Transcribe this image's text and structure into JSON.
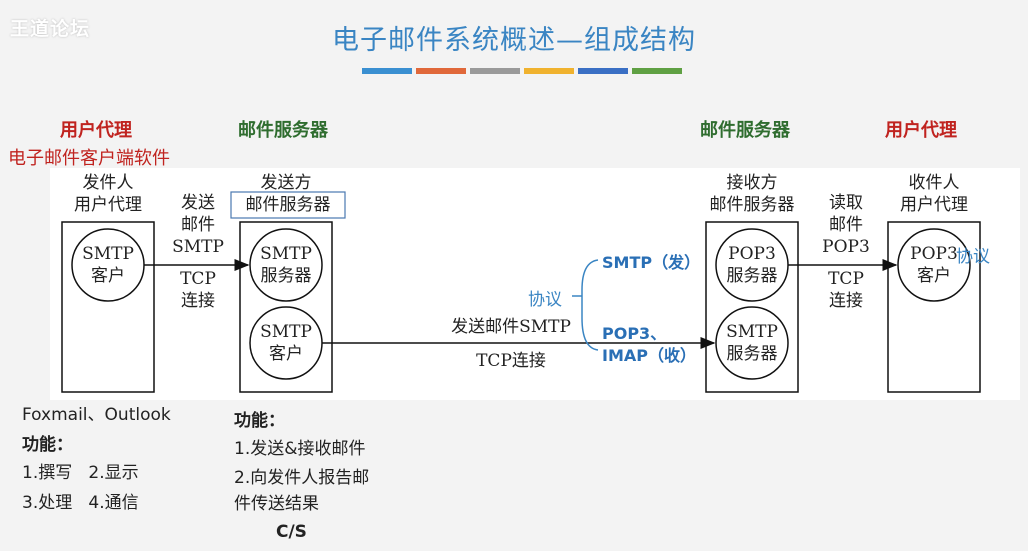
{
  "watermark": "王道论坛",
  "title": "电子邮件系统概述—组成结构",
  "accent_bars": [
    "#3a8fd1",
    "#e0683a",
    "#9a9a9a",
    "#f0b22e",
    "#3a6fc4",
    "#5fa043"
  ],
  "headers": {
    "left_user_agent": "用户代理",
    "left_subtitle": "电子邮件客户端软件",
    "left_mail_server": "邮件服务器",
    "right_mail_server": "邮件服务器",
    "right_user_agent": "用户代理"
  },
  "diagram": {
    "sender_agent": {
      "label": "发件人\n用户代理",
      "circle": "SMTP\n客户"
    },
    "sender_server": {
      "label": "发送方",
      "boxed_label": "邮件服务器",
      "circle_top": "SMTP\n服务器",
      "circle_bottom": "SMTP\n客户"
    },
    "receiver_server": {
      "label": "接收方\n邮件服务器",
      "circle_top": "POP3\n服务器",
      "circle_bottom": "SMTP\n服务器"
    },
    "receiver_agent": {
      "label": "收件人\n用户代理",
      "circle": "POP3\n客户"
    },
    "link1": {
      "top": "发送\n邮件\nSMTP",
      "bottom": "TCP\n连接"
    },
    "link2": {
      "top": "发送邮件SMTP",
      "bottom": "TCP连接"
    },
    "link3": {
      "top": "读取\n邮件\nPOP3",
      "bottom": "TCP\n连接"
    },
    "protocol_label": "协议",
    "protocol_right": "协议",
    "smtp_send": "SMTP（发）",
    "pop3": "POP3、",
    "imap_recv": "IMAP（收）"
  },
  "bottom_left": {
    "examples": "Foxmail、Outlook",
    "func_title": "功能：",
    "line1": "1.撰写   2.显示",
    "line2": "3.处理   4.通信"
  },
  "bottom_middle": {
    "func_title": "功能：",
    "line1": "1.发送&接收邮件",
    "line2": "2.向发件人报告邮",
    "line3": "件传送结果",
    "cs": "C/S"
  }
}
